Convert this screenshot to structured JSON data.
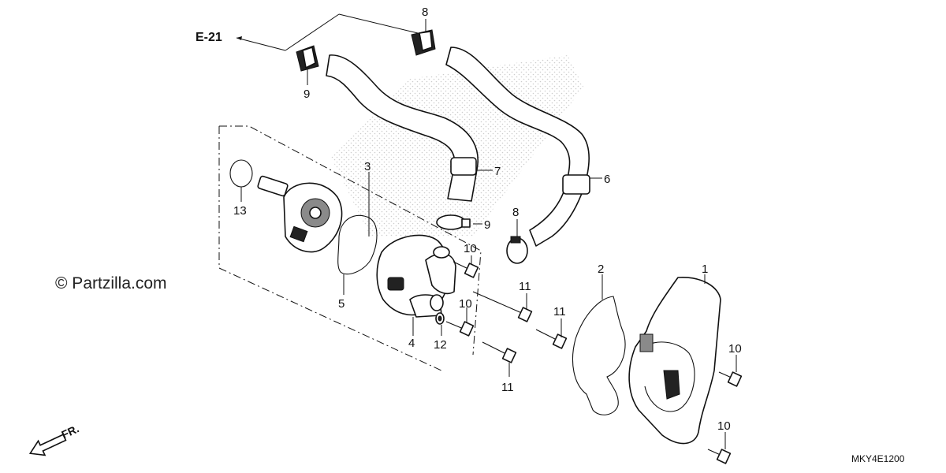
{
  "reference": {
    "code": "E-21"
  },
  "watermark": {
    "text": "© Partzilla.com"
  },
  "diagram_code": "MKY4E1200",
  "direction_indicator": {
    "label": "FR."
  },
  "callouts": {
    "c1": "1",
    "c2": "2",
    "c3": "3",
    "c4": "4",
    "c5": "5",
    "c6": "6",
    "c7": "7",
    "c8a": "8",
    "c8b": "8",
    "c9a": "9",
    "c9b": "9",
    "c10a": "10",
    "c10b": "10",
    "c10c": "10",
    "c10d": "10",
    "c11a": "11",
    "c11b": "11",
    "c11c": "11",
    "c12": "12",
    "c13": "13"
  }
}
